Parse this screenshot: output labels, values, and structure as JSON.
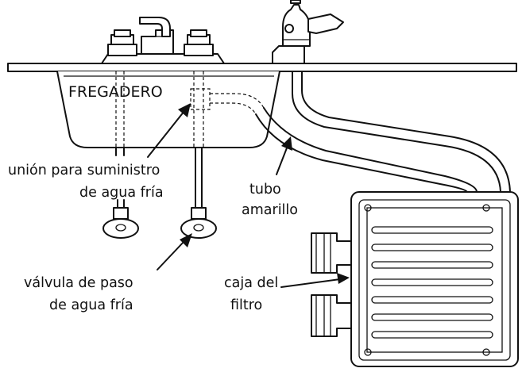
{
  "labels": {
    "sink": "FREGADERO",
    "supply_union_1": "unión para suministro",
    "supply_union_2": "de agua fría",
    "yellow_tube_1": "tubo",
    "yellow_tube_2": "amarillo",
    "shutoff_valve_1": "válvula de paso",
    "shutoff_valve_2": "de agua fría",
    "filter_box_1": "caja del",
    "filter_box_2": "filtro"
  }
}
